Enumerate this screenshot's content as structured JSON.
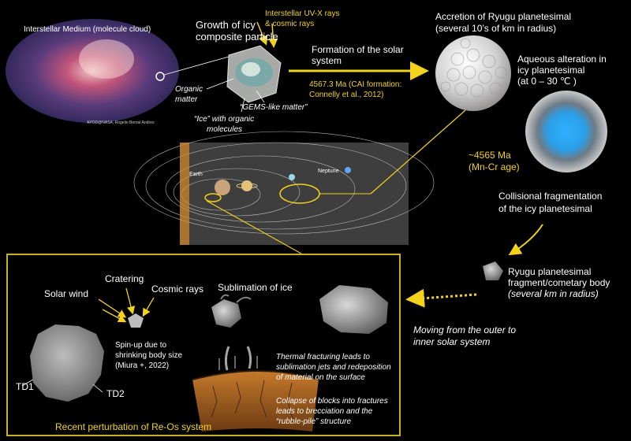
{
  "labels": {
    "ism": "Interstellar Medium (molecule cloud)",
    "credit": "APOD@NASA, Rogelio Bernal Andreo",
    "growth_1": "Growth of icy",
    "growth_2": "composite particle",
    "uv_1": "Interstellar UV-X rays",
    "uv_2": "& cosmic rays",
    "organic_1": "Organic",
    "organic_2": "matter",
    "gems": "“GEMS-like matter”",
    "ice_1": "“Ice” with organic",
    "ice_2": "molecules",
    "formation_1": "Formation of the solar",
    "formation_2": "system",
    "cai_1": "4567.3 Ma (CAI formation:",
    "cai_2": "Connelly et al., 2012)",
    "accretion_1": "Accretion of Ryugu planetesimal",
    "accretion_2": "(several 10’s of km in radius)",
    "aqueous_1": "Aqueous alteration in",
    "aqueous_2": "icy planetesimal",
    "aqueous_3": "(at  0 – 30 ℃ )",
    "mnc_1": "~4565 Ma",
    "mnc_2": "(Mn-Cr age)",
    "earth": "Earth",
    "neptune": "Neptune",
    "collision_1": "Collisional fragmentation",
    "collision_2": "of the icy planetesimal",
    "fragment_1": "Ryugu planetesimal",
    "fragment_2": "fragment/cometary body",
    "fragment_3": "(several km in radius)",
    "moving_1": "Moving from the outer to",
    "moving_2": "inner solar system",
    "cratering": "Cratering",
    "solar_wind": "Solar wind",
    "cosmic_rays": "Cosmic rays",
    "sublimation": "Sublimation of ice",
    "spinup_1": "Spin-up due to",
    "spinup_2": "shrinking body size",
    "spinup_3": "(Miura +, 2022)",
    "td1": "TD1",
    "td2": "TD2",
    "thermal_1": "Thermal fracturing leads to",
    "thermal_2": "sublimation jets and redeposition",
    "thermal_3": "of material on the surface",
    "collapse_1": "Collapse of blocks into fractures",
    "collapse_2": "leads to brecciation and the",
    "collapse_3": "“rubble-pile” structure",
    "reos": "Recent perturbation of Re-Os system"
  },
  "colors": {
    "accent_yellow": "#f2d21b",
    "box_border": "#c9b21f",
    "background": "#000000"
  }
}
